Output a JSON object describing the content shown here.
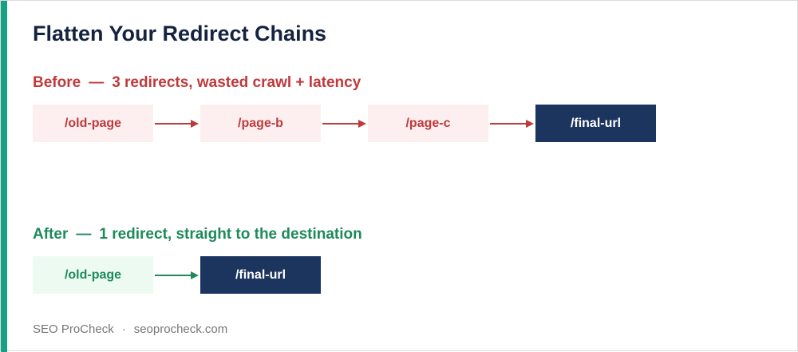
{
  "title": "Flatten Your Redirect Chains",
  "before": {
    "label": "Before",
    "dash": "—",
    "description": "3 redirects, wasted crawl + latency",
    "nodes": [
      "/old-page",
      "/page-b",
      "/page-c",
      "/final-url"
    ],
    "color": "#c0393b",
    "box_bg": "#fdefef"
  },
  "after": {
    "label": "After",
    "dash": "—",
    "description": "1 redirect, straight to the destination",
    "nodes": [
      "/old-page",
      "/final-url"
    ],
    "color": "#1e8a5b",
    "box_bg": "#ecfaf2"
  },
  "final_box_color": "#1c355e",
  "accent_color": "#16a085",
  "footer": {
    "brand": "SEO ProCheck",
    "separator": "·",
    "website": "seoprocheck.com"
  }
}
